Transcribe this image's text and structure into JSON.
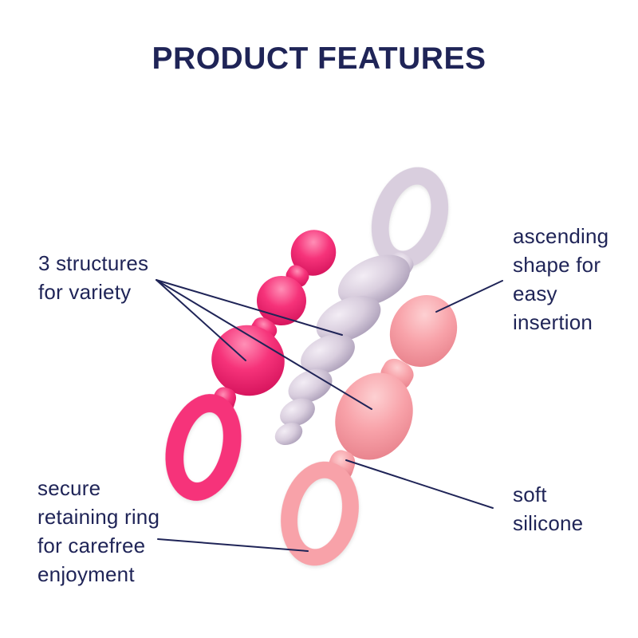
{
  "title": "PRODUCT FEATURES",
  "colors": {
    "navy": "#1f2457",
    "pink": "#f6337a",
    "pink-dark": "#d5135c",
    "pink-light": "#ff8fb6",
    "lavender": "#d9cede",
    "lavender-dark": "#ab9eb8",
    "lavender-light": "#f3edf5",
    "salmon": "#f8a2a9",
    "salmon-dark": "#e8828c",
    "salmon-light": "#fdd0d2"
  },
  "callouts": {
    "structures": {
      "lines": [
        "3 structures",
        "for variety"
      ]
    },
    "ascending": {
      "lines": [
        "ascending",
        "shape for",
        "easy",
        "insertion"
      ]
    },
    "secure": {
      "lines": [
        "secure",
        "retaining ring",
        "for carefree",
        "enjoyment"
      ]
    },
    "soft": {
      "lines": [
        "soft",
        "silicone"
      ]
    }
  }
}
